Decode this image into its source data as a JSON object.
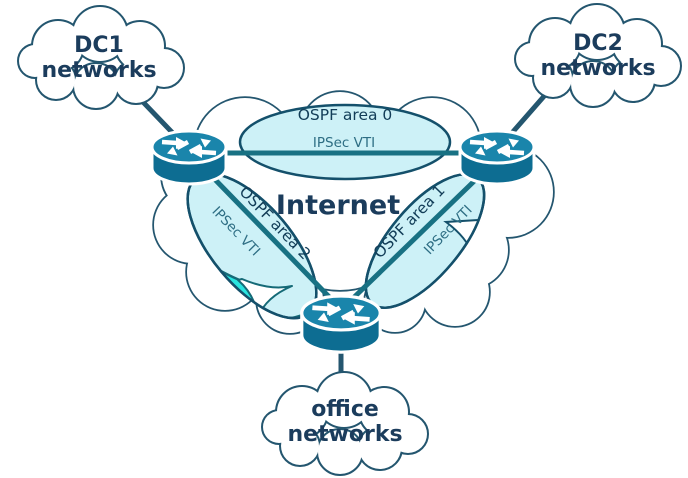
{
  "clouds": {
    "dc1": {
      "label_line1": "DC1",
      "label_line2": "networks"
    },
    "dc2": {
      "label_line1": "DC2",
      "label_line2": "networks"
    },
    "office": {
      "label_line1": "office",
      "label_line2": "networks"
    },
    "internet": {
      "label": "Internet"
    }
  },
  "tunnels": {
    "area0": {
      "name": "OSPF area 0",
      "tunnel": "IPSec VTI"
    },
    "area1": {
      "name": "OSPF area 1",
      "tunnel": "IPSec VTI"
    },
    "area2": {
      "name": "OSPF area 2",
      "tunnel": "IPSec VTI"
    }
  },
  "devices": {
    "router_count": 3,
    "router_icon": "cisco-router-icon"
  },
  "colors": {
    "cloud_fill": "#ffffff",
    "cloud_border": "#24566f",
    "label_text": "#1b3c5c",
    "tunnel_fill": "#cdf1f7",
    "tunnel_border": "#14506b",
    "tunnel_line": "#187183",
    "vti_text": "#2e6e84",
    "router_top": "#1a85ab",
    "router_body": "#0d6d92",
    "accent_cyan": "#29e4e0"
  }
}
